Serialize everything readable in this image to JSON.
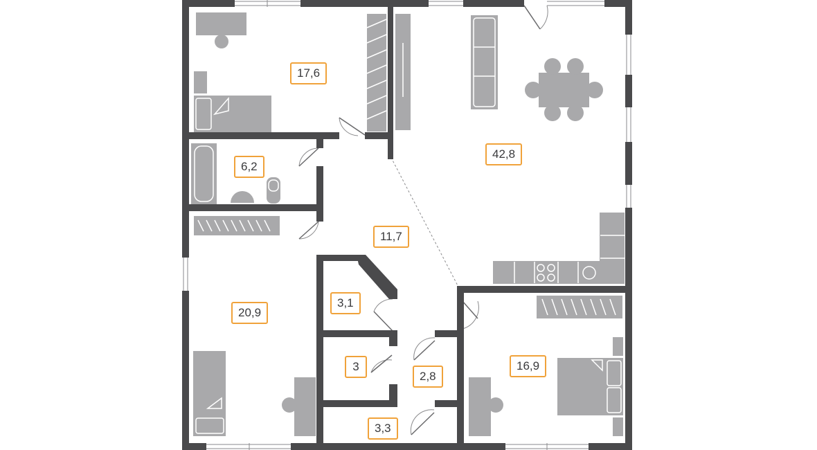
{
  "plan": {
    "rooms": [
      {
        "id": "bedroom-nw",
        "area": "17,6"
      },
      {
        "id": "bathroom",
        "area": "6,2"
      },
      {
        "id": "hall",
        "area": "11,7"
      },
      {
        "id": "living-kitchen",
        "area": "42,8"
      },
      {
        "id": "bedroom-sw",
        "area": "20,9"
      },
      {
        "id": "storage-1",
        "area": "3,1"
      },
      {
        "id": "storage-2",
        "area": "3"
      },
      {
        "id": "corridor",
        "area": "2,8"
      },
      {
        "id": "wc",
        "area": "3,3"
      },
      {
        "id": "bedroom-se",
        "area": "16,9"
      }
    ],
    "colors": {
      "wall": "#4a4a4c",
      "furniture": "#a9a9ab",
      "label_border": "#f0a23a",
      "label_text": "#3a3a3c"
    }
  }
}
